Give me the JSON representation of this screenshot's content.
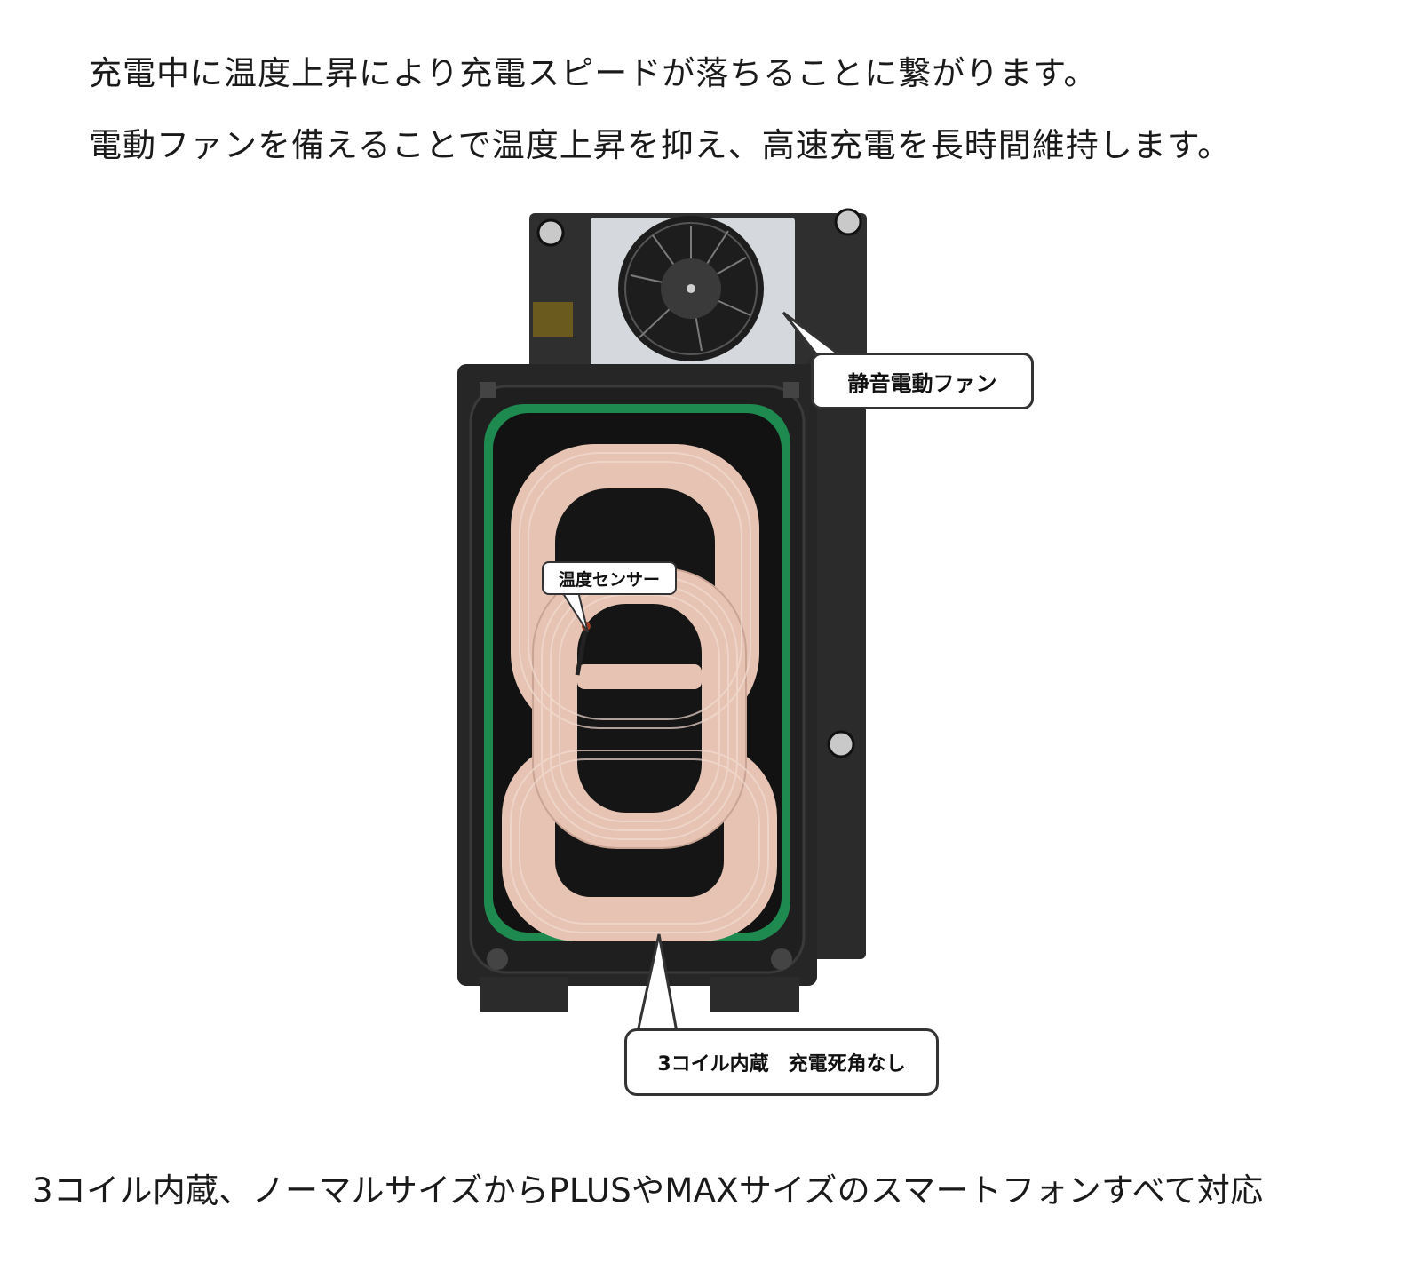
{
  "headline": {
    "line1": "充電中に温度上昇により充電スピードが落ちることに繋がります。",
    "line2": "電動ファンを備えることで温度上昇を抑え、高速充電を長時間維持します。"
  },
  "callouts": {
    "fan": "静音電動ファン",
    "sensor": "温度センサー",
    "coil": "3コイル内蔵　充電死角なし"
  },
  "footer": "3コイル内蔵、ノーマルサイズからPLUSやMAXサイズのスマートフォンすべて対応",
  "colors": {
    "housing": "#2b2b2b",
    "coil": "#e6c3b3",
    "pcb": "#1e8a4f",
    "fan_plate": "#d5d8dc"
  }
}
